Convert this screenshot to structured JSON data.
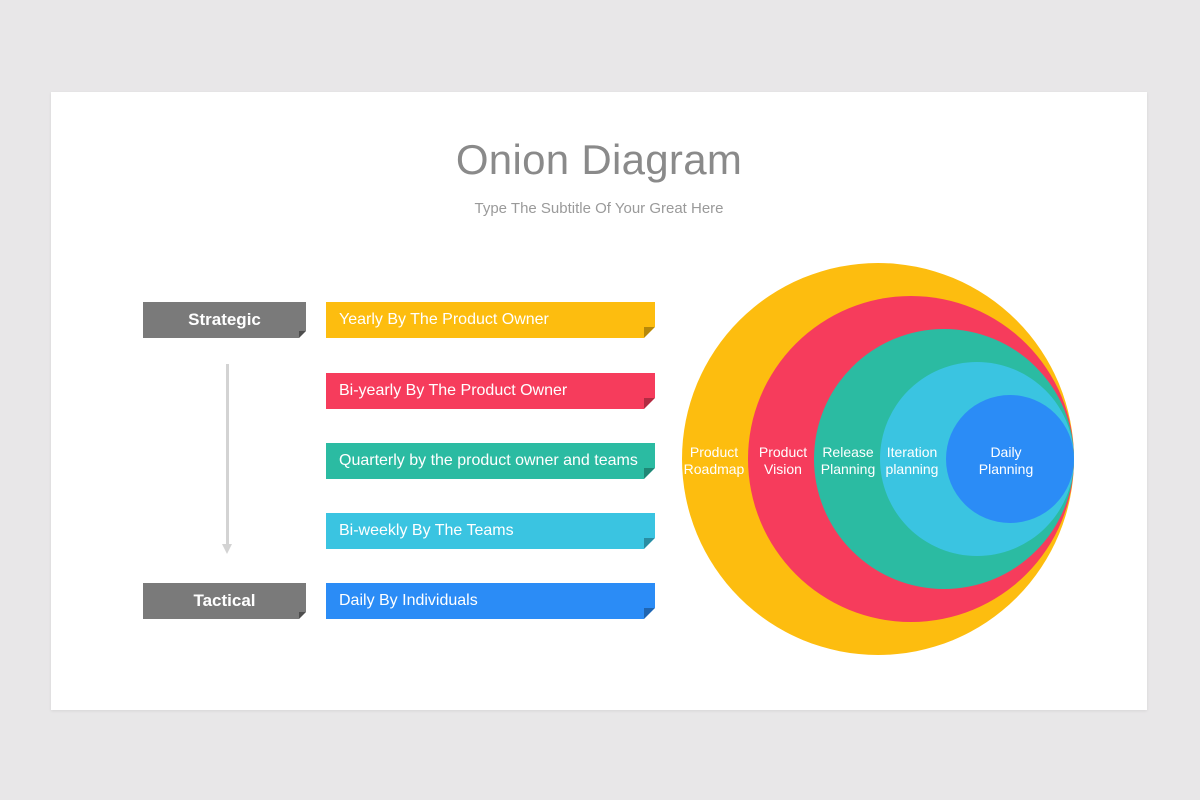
{
  "title": "Onion Diagram",
  "subtitle": "Type The Subtitle Of Your Great Here",
  "levels": {
    "top": "Strategic",
    "bottom": "Tactical"
  },
  "bars": [
    {
      "label": "Yearly By The Product Owner",
      "color": "#fdbd0f"
    },
    {
      "label": "Bi-yearly By The Product Owner",
      "color": "#f63c5c"
    },
    {
      "label": "Quarterly by the product owner and teams",
      "color": "#2bbba2"
    },
    {
      "label": "Bi-weekly By The Teams",
      "color": "#3ac4e1"
    },
    {
      "label": "Daily By Individuals",
      "color": "#2b8cf6"
    }
  ],
  "rings": [
    {
      "line1": "Product",
      "line2": "Roadmap",
      "color": "#fdbd0f"
    },
    {
      "line1": "Product",
      "line2": "Vision",
      "color": "#f63c5c"
    },
    {
      "line1": "Release",
      "line2": "Planning",
      "color": "#2bbba2"
    },
    {
      "line1": "Iteration",
      "line2": "planning",
      "color": "#3ac4e1"
    },
    {
      "line1": "Daily",
      "line2": "Planning",
      "color": "#2b8cf6"
    }
  ]
}
